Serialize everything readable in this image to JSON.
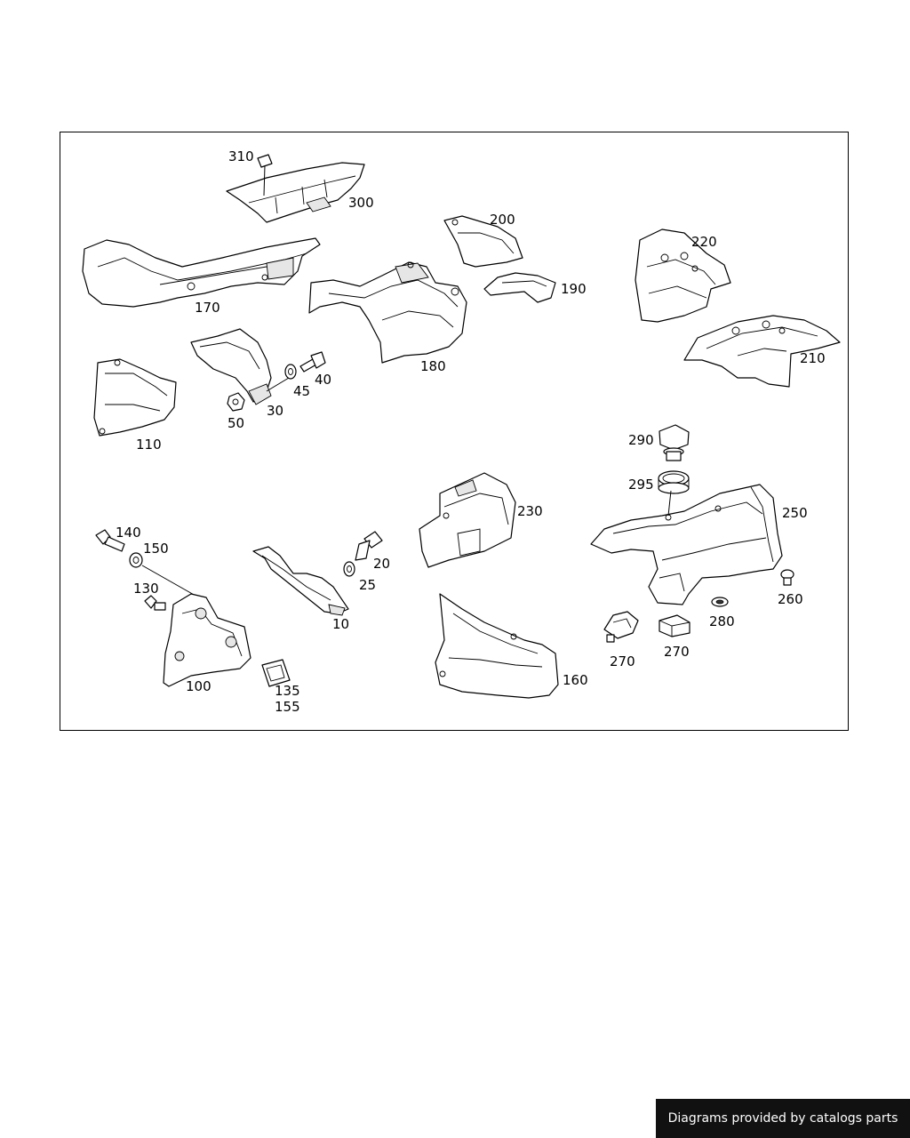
{
  "diagram": {
    "labels": {
      "p310": "310",
      "p300": "300",
      "p200": "200",
      "p220": "220",
      "p170": "170",
      "p190": "190",
      "p180": "180",
      "p210": "210",
      "p40": "40",
      "p45": "45",
      "p30": "30",
      "p50": "50",
      "p110": "110",
      "p290": "290",
      "p295": "295",
      "p230": "230",
      "p250": "250",
      "p140": "140",
      "p150": "150",
      "p20": "20",
      "p130": "130",
      "p25": "25",
      "p10": "10",
      "p260": "260",
      "p280": "280",
      "p270a": "270",
      "p270b": "270",
      "p100": "100",
      "p160": "160",
      "p135": "135",
      "p155": "155"
    }
  },
  "footer": {
    "credit": "Diagrams provided by catalogs parts"
  }
}
